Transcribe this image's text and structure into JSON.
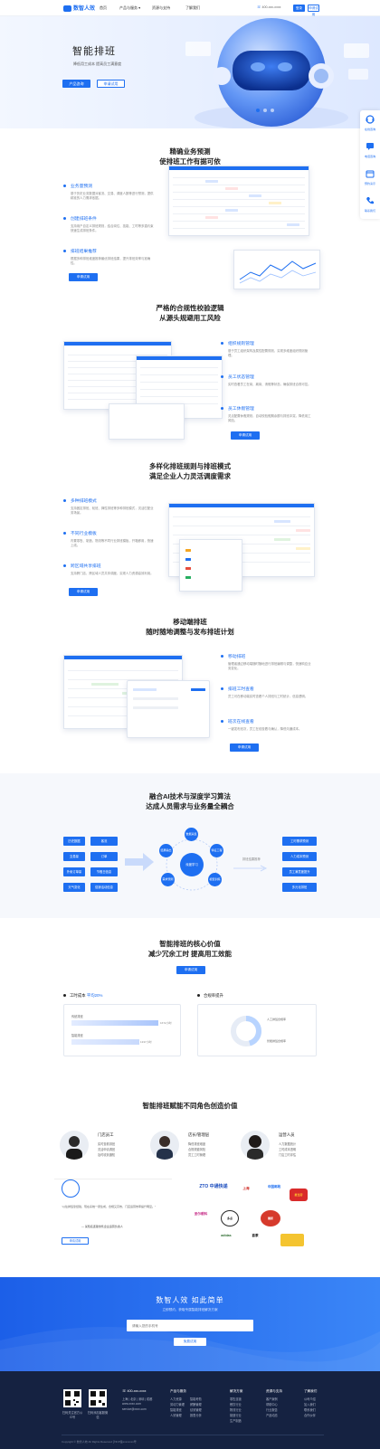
{
  "nav": {
    "logo": "数智人效",
    "items": [
      "首页",
      "产品与服务 ▾",
      "资源与支持",
      "了解我们"
    ],
    "phone": "400-xxx-xxxx",
    "login": "登录",
    "trial": "申请试用"
  },
  "hero": {
    "title": "智能排班",
    "subtitle": "降低用工成本  提高员工满意度",
    "btn_primary": "产品咨询",
    "btn_secondary": "申请试用"
  },
  "sidebar": [
    "在线咨询",
    "电话咨询",
    "预约演示",
    "联系我们"
  ],
  "section1": {
    "title1": "精确业务预测",
    "title2": "使排班工作有据可依",
    "features": [
      {
        "title": "业务量预测",
        "desc": "基于历史业务数据对客流、交易、调度人数等进行预测，提供精准的人力需求依据。"
      },
      {
        "title": "创建排班条件",
        "desc": "支持用户自定义排班规则，结合岗位、技能、工时等多重约束快速生成排班条件。"
      },
      {
        "title": "排班结果推荐",
        "desc": "根据多种排班维度推荐最优排班结果，提升排班效率与准确性。"
      }
    ],
    "btn": "申请试用"
  },
  "section2": {
    "title1": "严格的合规性校验逻辑",
    "title2": "从源头规避用工风险",
    "features": [
      {
        "title": "组织规则管理",
        "desc": "基于员工组织架构及属性配置规则，实现多维度组织规则管理。"
      },
      {
        "title": "员工状态管理",
        "desc": "实时查看员工在岗、离岗、请假等状态，确保排班合规可控。"
      },
      {
        "title": "员工休假管理",
        "desc": "灵活配置休假规则，自动校验假期余额与排班冲突，降低用工风险。"
      }
    ],
    "btn": "申请试用"
  },
  "section3": {
    "title1": "多样化排班规则与排班模式",
    "title2": "满足企业人力灵活调度需求",
    "features": [
      {
        "title": "多种排班模式",
        "desc": "支持固定排班、轮班、弹性排班等多种排班模式，灵活匹配业务场景。"
      },
      {
        "title": "不同行业模板",
        "desc": "内置零售、制造、物流等不同行业排班模板，开箱即用，快速上线。"
      },
      {
        "title": "跨区域共享排班",
        "desc": "支持跨门店、跨区域人员共享调度，实现人力资源高效利用。"
      }
    ],
    "btn": "申请试用"
  },
  "section4": {
    "title1": "移动端排班",
    "title2": "随时随地调整与发布排班计划",
    "features": [
      {
        "title": "移动排班",
        "desc": "管理者通过移动端随时随地进行排班编辑与调整，快速响应业务变化。"
      },
      {
        "title": "排班工时查看",
        "desc": "员工可在移动端实时查看个人排班与工时统计，信息透明。"
      },
      {
        "title": "班次在线查看",
        "desc": "一键发布班次，员工在线查看与确认，降低沟通成本。"
      }
    ],
    "btn": "申请试用"
  },
  "ai": {
    "title1": "融合AI技术与深度学习算法",
    "title2": "达成人员需求与业务量全耦合",
    "left_boxes": [
      "历史数据",
      "客流",
      "交易量",
      "订单",
      "外卖订单量",
      "节假日信息",
      "天气变化",
      "促销活动信息"
    ],
    "center": "深度学习",
    "ring": [
      "数据采集",
      "特征工程",
      "模型训练",
      "需求预测",
      "结果输出"
    ],
    "middle_label": "排班结果推荐",
    "right_boxes": [
      "工时需求预测",
      "人力成本预测",
      "员工满意度提升",
      "多元化排班"
    ]
  },
  "value": {
    "title1": "智能排班的核心价值",
    "title2": "减少冗余工时 提高用工效能",
    "btn": "申请试用",
    "left": {
      "title": "工时成本",
      "highlight": "平均20%",
      "bars": [
        {
          "label": "传统排班",
          "value": "1672小时",
          "fill": 1.0
        },
        {
          "label": "智能排班",
          "value": "1337小时",
          "fill": 0.78
        }
      ]
    },
    "right": {
      "title": "合规率提升",
      "legend": [
        "人工排班合规率",
        "智能排班合规率"
      ]
    }
  },
  "roles": {
    "title": "智能排班赋能不同角色创造价值",
    "items": [
      {
        "title": "门店员工",
        "lines": [
          "实时查看排班",
          "灵活申请调班",
          "及时收到通知"
        ]
      },
      {
        "title": "店长/管理层",
        "lines": [
          "降低排班难度",
          "合规规避风险",
          "员工工时管理"
        ]
      },
      {
        "title": "运营人员",
        "lines": [
          "人力数据统计",
          "工时成本透明",
          "门店工时评估"
        ]
      }
    ],
    "quote": "“以往排班靠经验，现在系统一键生成，合规又高效，门店运营效率提升明显。”",
    "quote_author": "— 某知名连锁零售企业运营负责人",
    "quote_btn": "申请试用",
    "clients": [
      "ZTO 中通快递",
      "上海",
      "中国邮政",
      "麦当劳",
      "爱尔眼科",
      "多点",
      "德邦",
      "adidas",
      "喜茶"
    ]
  },
  "cta": {
    "title": "数智人效  如此简单",
    "subtitle": "立即预约，获取专属智能排班解决方案",
    "placeholder": "请输入您的手机号",
    "btn": "免费试用"
  },
  "footer": {
    "qr1": "扫码关注官方公众号",
    "qr2": "扫码添加客服微信",
    "phone": "400-xxx-xxxx",
    "addr_lines": [
      "上海 | 北京 | 深圳 | 成都",
      "www.xxxx.com",
      "service@xxxx.com"
    ],
    "cols": [
      {
        "head": "产品与服务",
        "items": [
          "人力资源",
          "劳动力管理",
          "智能排班",
          "人效管理"
        ]
      },
      {
        "head": "",
        "items": [
          "智能考勤",
          "薪酬管理",
          "绩效管理",
          "报表分析"
        ]
      },
      {
        "head": "解决方案",
        "items": [
          "零售连锁",
          "餐饮行业",
          "物流行业",
          "制造行业",
          "生产制造"
        ]
      },
      {
        "head": "资源与支持",
        "items": [
          "客户案例",
          "帮助中心",
          "行业报告",
          "产品动态"
        ]
      },
      {
        "head": "了解我们",
        "items": [
          "公司介绍",
          "加入我们",
          "联系我们",
          "合作伙伴"
        ]
      }
    ],
    "copyright": "Copyright © 数智人效 All Rights Reserved  沪ICP备xxxxxxxx号"
  },
  "colors": {
    "brand": "#1e6ff1",
    "footer": "#152241"
  }
}
